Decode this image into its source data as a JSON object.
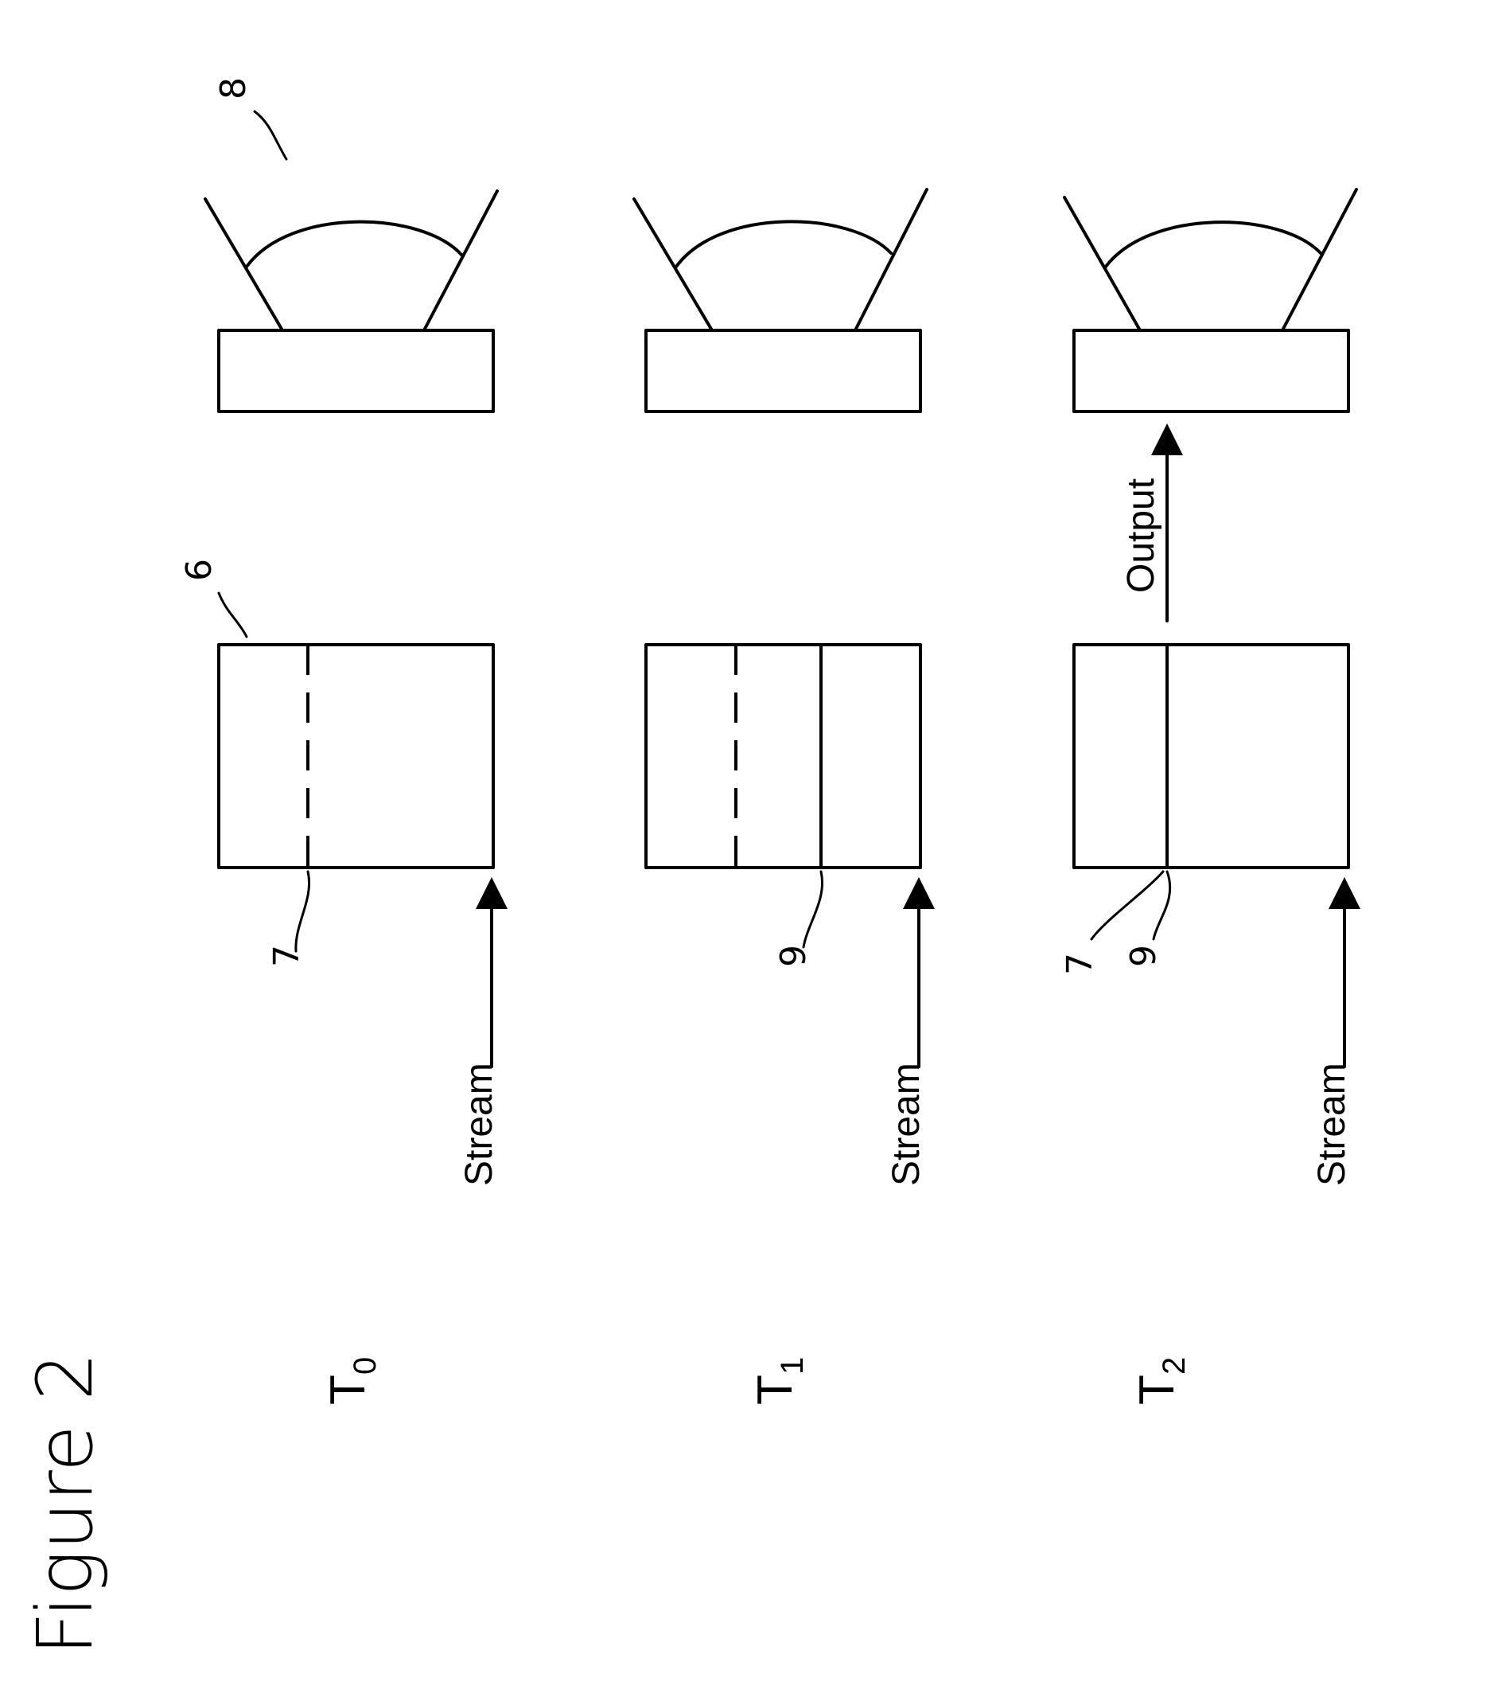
{
  "figure_title": "Figure 2",
  "rows": [
    {
      "time_label": "T",
      "time_sub": "0",
      "stream_label": "Stream",
      "buffer_refs": [
        "7"
      ],
      "buffer_ref_top": "6",
      "display_ref": "8"
    },
    {
      "time_label": "T",
      "time_sub": "1",
      "stream_label": "Stream",
      "buffer_refs": [
        "9"
      ]
    },
    {
      "time_label": "T",
      "time_sub": "2",
      "stream_label": "Stream",
      "buffer_refs": [
        "7",
        "9"
      ],
      "output_label": "Output"
    }
  ]
}
